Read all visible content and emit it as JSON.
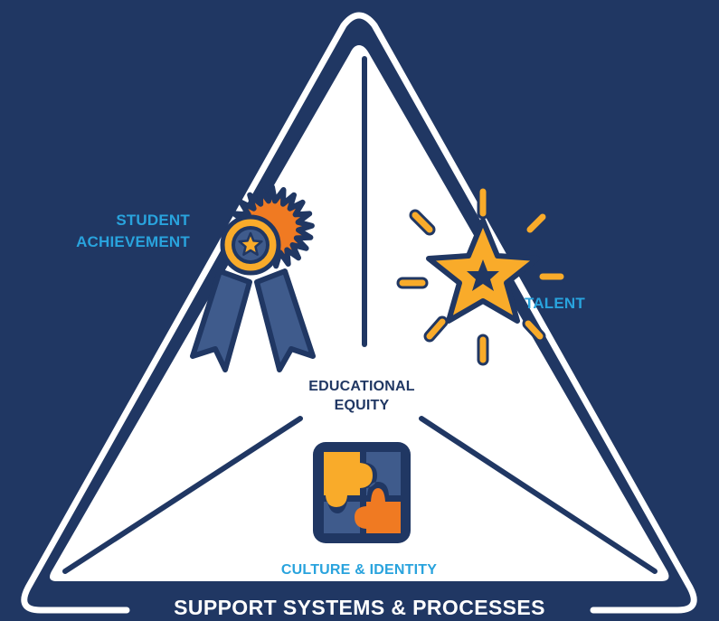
{
  "diagram": {
    "center_label": "EDUCATIONAL EQUITY",
    "center_label_line1": "EDUCATIONAL",
    "center_label_line2": "EQUITY",
    "student_label_line1": "STUDENT",
    "student_label_line2": "ACHIEVEMENT",
    "talent_label": "TALENT",
    "culture_label": "CULTURE & IDENTITY",
    "base_label": "SUPPORT SYSTEMS & PROCESSES"
  },
  "icons": {
    "student_achievement": "award-ribbon-icon",
    "talent": "shining-star-icon",
    "culture_identity": "puzzle-pieces-icon"
  },
  "colors": {
    "background": "#203763",
    "panel": "#ffffff",
    "accent_blue": "#29a3dd",
    "orange": "#f07a22",
    "gold": "#f9ab2a",
    "steel_blue": "#3f5b8c"
  }
}
